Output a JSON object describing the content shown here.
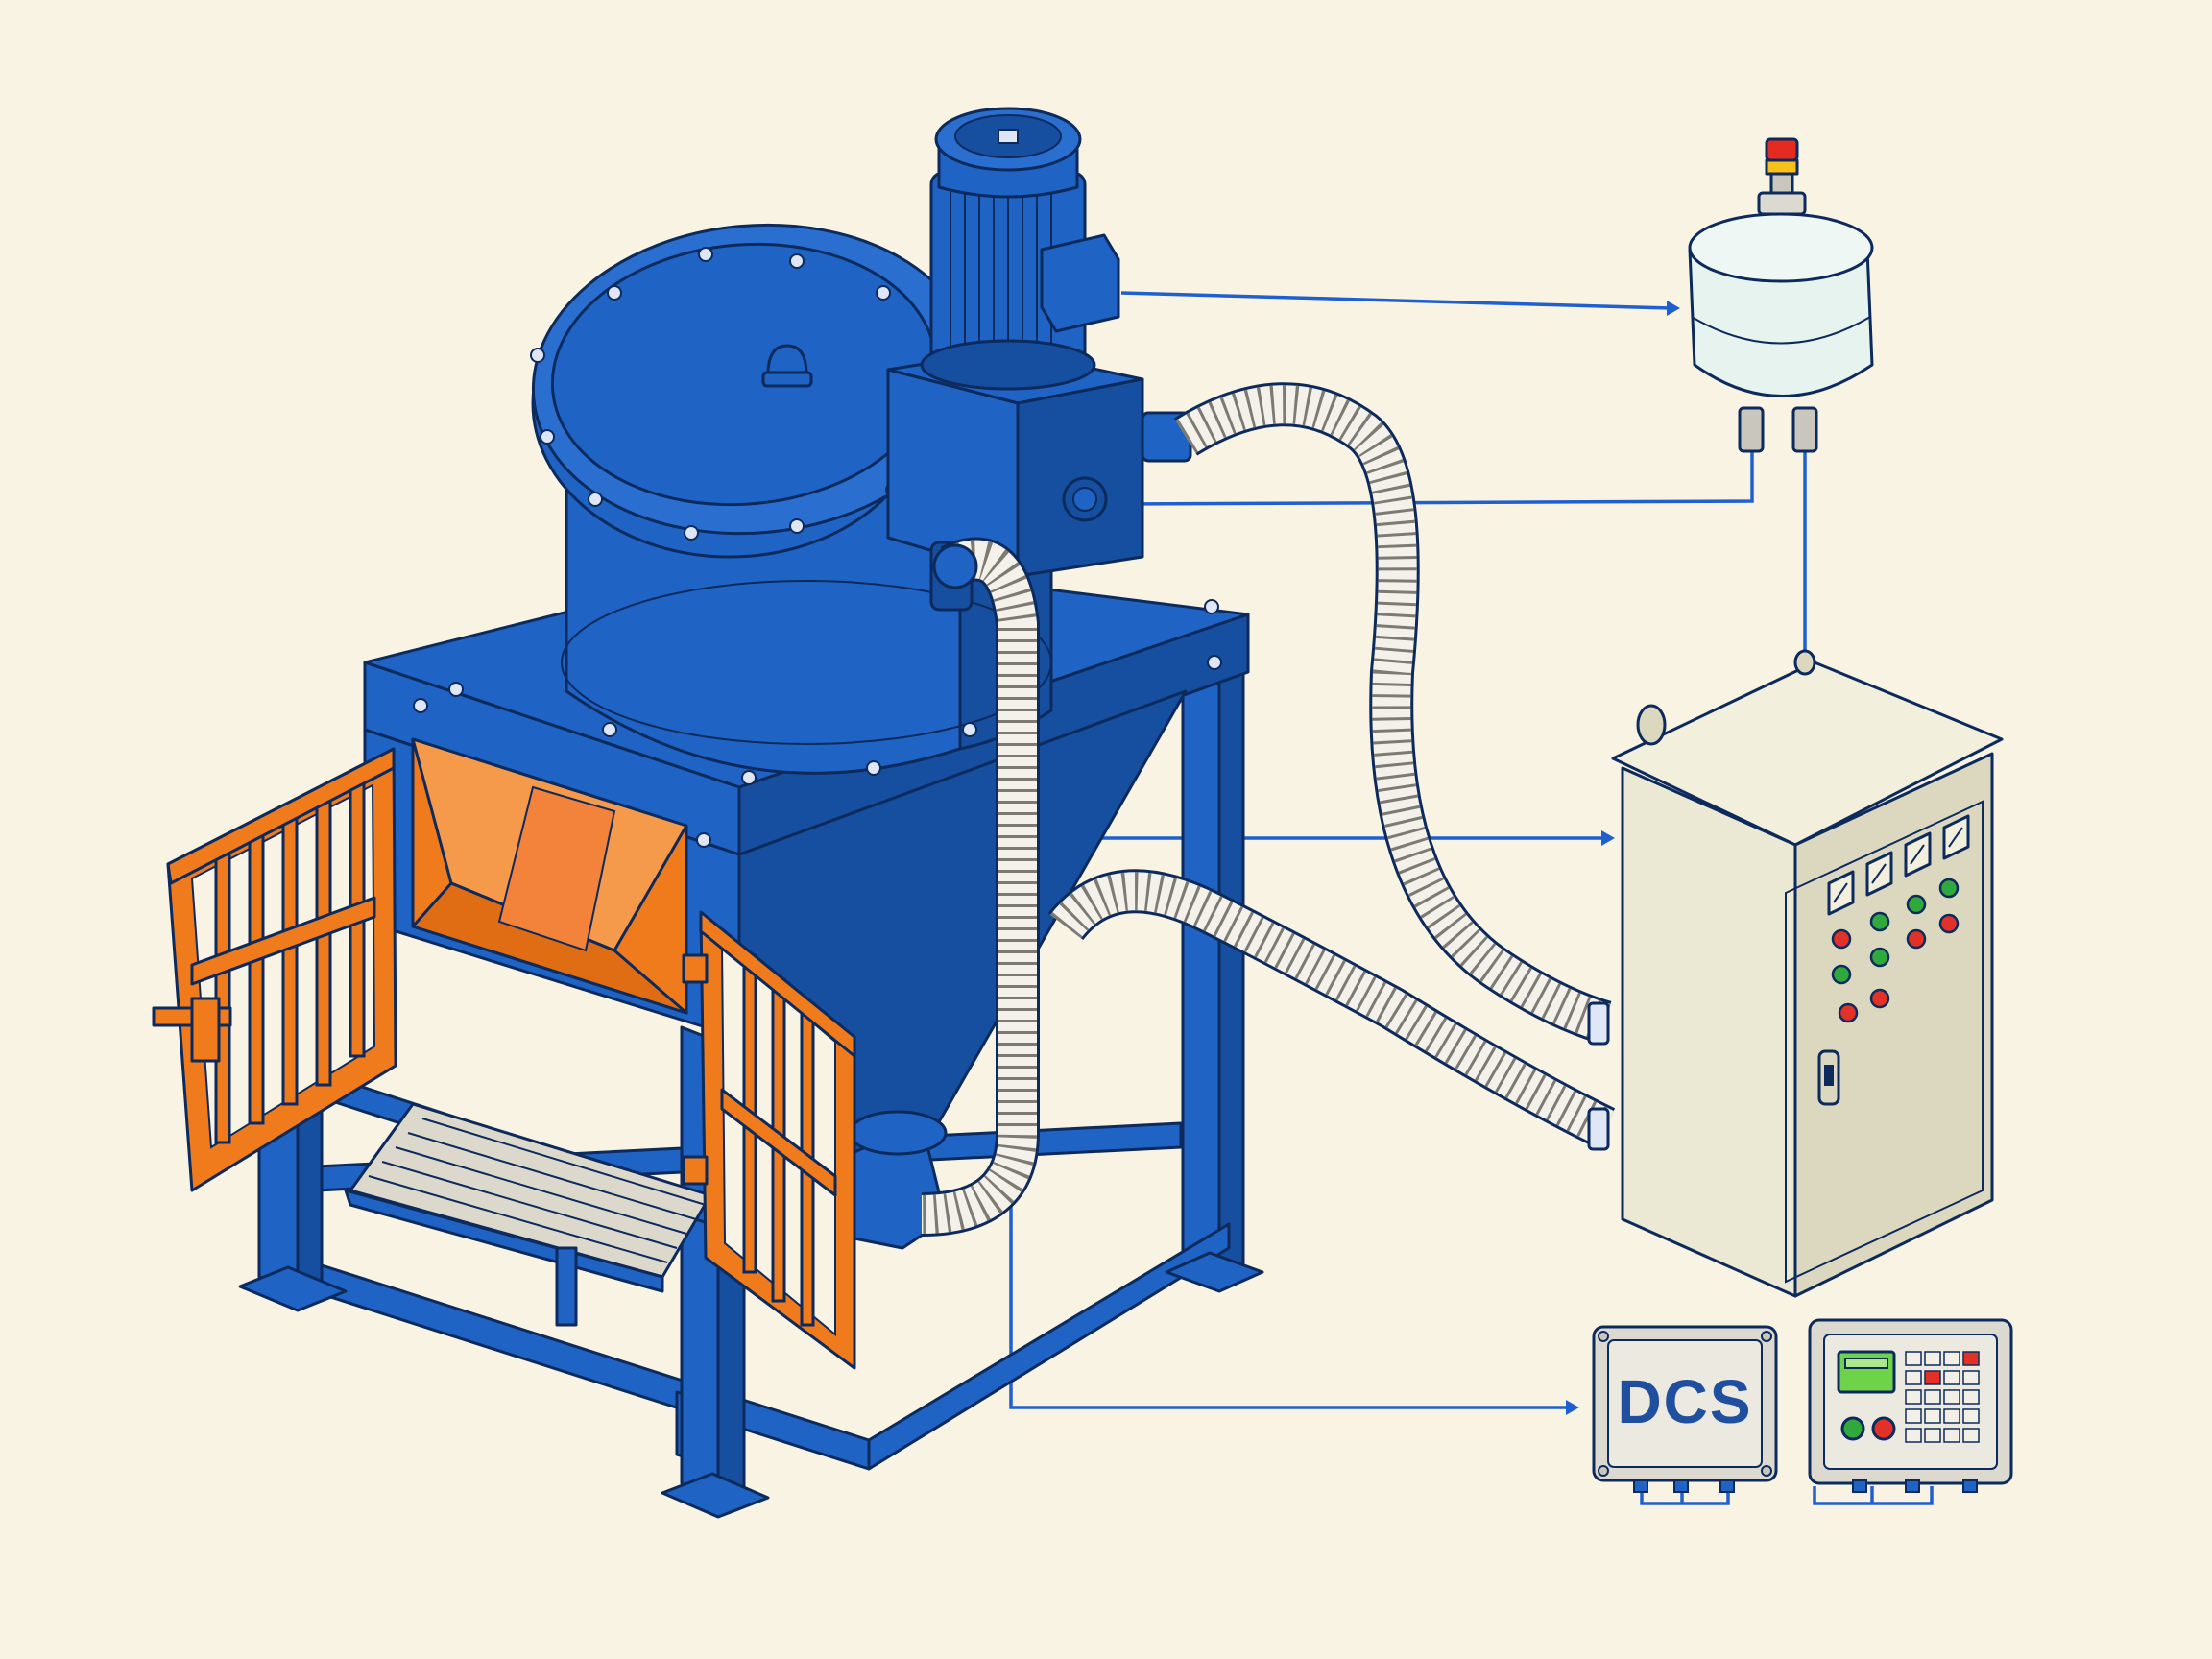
{
  "diagram": {
    "labels": {
      "dcs": "DCS"
    },
    "colors": {
      "background": "#f8f3e3",
      "equipment_blue": "#1f63c5",
      "equipment_dark": "#0d2a5c",
      "door_orange": "#f07b1d",
      "cabinet_beige": "#ebe8d3",
      "signal_wire": "#1f5fd0",
      "hose_white": "#f4f1ea",
      "lamp_green": "#2fa83c",
      "lamp_red": "#e23227",
      "tank_glass": "#e6f3ee",
      "beacon_red": "#e52b1f",
      "beacon_yellow": "#f6c21a"
    },
    "components": [
      {
        "name": "bag-dump-station",
        "icon": "hopper-icon"
      },
      {
        "name": "drive-motor",
        "icon": "motor-icon"
      },
      {
        "name": "gearbox",
        "icon": "gearbox-icon"
      },
      {
        "name": "cyclone-hopper",
        "icon": "cone-hopper-icon"
      },
      {
        "name": "access-doors",
        "icon": "grated-door-icon"
      },
      {
        "name": "roller-conveyor",
        "icon": "roller-icon"
      },
      {
        "name": "flexible-hoses",
        "icon": "hose-icon"
      },
      {
        "name": "receiver-vessel",
        "icon": "tank-icon"
      },
      {
        "name": "control-cabinet",
        "icon": "cabinet-icon"
      },
      {
        "name": "dcs-module",
        "icon": "dcs-box-icon"
      },
      {
        "name": "hmi-controller",
        "icon": "keypad-icon"
      }
    ]
  }
}
